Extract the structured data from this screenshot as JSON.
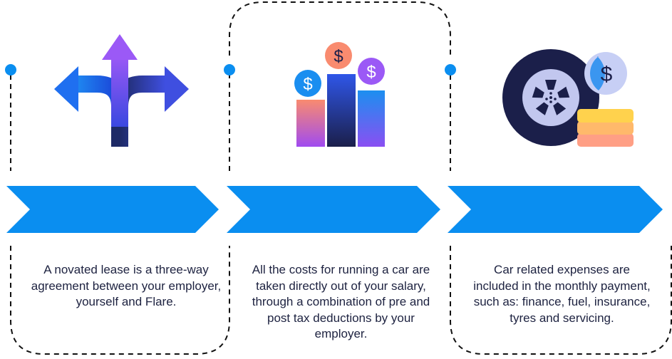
{
  "steps": [
    {
      "text": "A novated lease is a three-way agreement between your employer, yourself and Flare.",
      "icon": "split-arrows-icon"
    },
    {
      "text": "All the costs for running a car are taken directly out of your salary, through a combination of pre and post tax deductions by your employer.",
      "icon": "salary-bars-icon"
    },
    {
      "text": "Car related expenses are included in the monthly payment, such as: finance, fuel, insurance, tyres and servicing.",
      "icon": "car-wheel-coins-icon"
    }
  ],
  "currency_symbol": "$",
  "colors": {
    "arrow_band": "#0a8ef0",
    "dot": "#0a8ef0",
    "dash": "#111111",
    "text": "#1d2240"
  }
}
